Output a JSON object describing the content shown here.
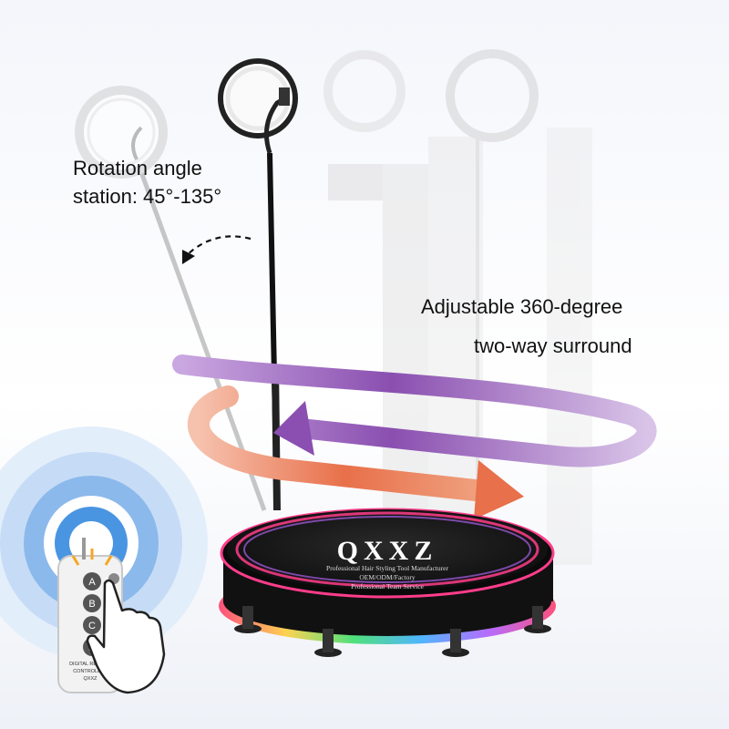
{
  "labels": {
    "rotation_line1": "Rotation angle",
    "rotation_line2": "station: 45°-135°",
    "adjust_line1": "Adjustable 360-degree",
    "adjust_line2": "two-way surround"
  },
  "platform": {
    "brand": "QXXZ",
    "tagline1": "Professional Hair Styling Tool Manufacturer",
    "tagline2": "OEM/ODM/Factory",
    "tagline3": "Professional Team Service"
  },
  "remote": {
    "buttons": [
      "A",
      "B",
      "C",
      "D"
    ],
    "caption1": "DIGITAL REMOTE",
    "caption2": "CONTROLLER",
    "caption3": "QXXZ"
  },
  "colors": {
    "purple_arrow": "#8a4fb0",
    "orange_arrow": "#e8704a",
    "ring_glow": "#ff3d8b",
    "signal_blue": "#3d8fe0",
    "platform_top": "#151515"
  }
}
